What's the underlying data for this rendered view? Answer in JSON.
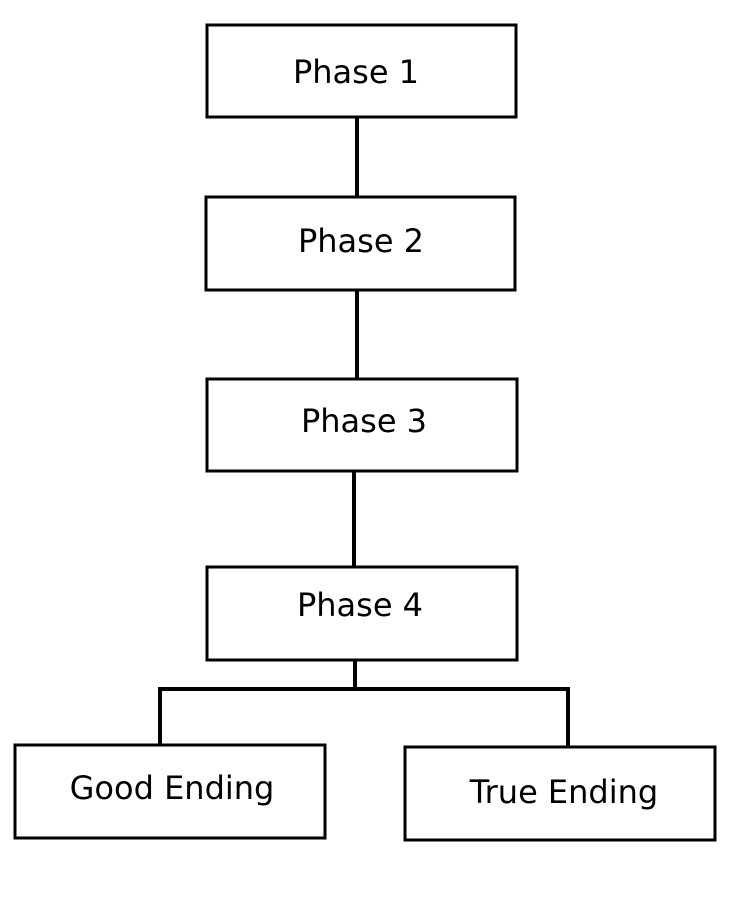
{
  "diagram": {
    "nodes": [
      {
        "id": "phase-1",
        "label": "Phase 1"
      },
      {
        "id": "phase-2",
        "label": "Phase 2"
      },
      {
        "id": "phase-3",
        "label": "Phase 3"
      },
      {
        "id": "phase-4",
        "label": "Phase 4"
      },
      {
        "id": "good-ending",
        "label": "Good Ending"
      },
      {
        "id": "true-ending",
        "label": "True Ending"
      }
    ],
    "edges": [
      {
        "from": "phase-1",
        "to": "phase-2"
      },
      {
        "from": "phase-2",
        "to": "phase-3"
      },
      {
        "from": "phase-3",
        "to": "phase-4"
      },
      {
        "from": "phase-4",
        "to": "good-ending"
      },
      {
        "from": "phase-4",
        "to": "true-ending"
      }
    ],
    "colors": {
      "line": "#000000",
      "box_fill": "#ffffff",
      "text": "#000000"
    }
  }
}
